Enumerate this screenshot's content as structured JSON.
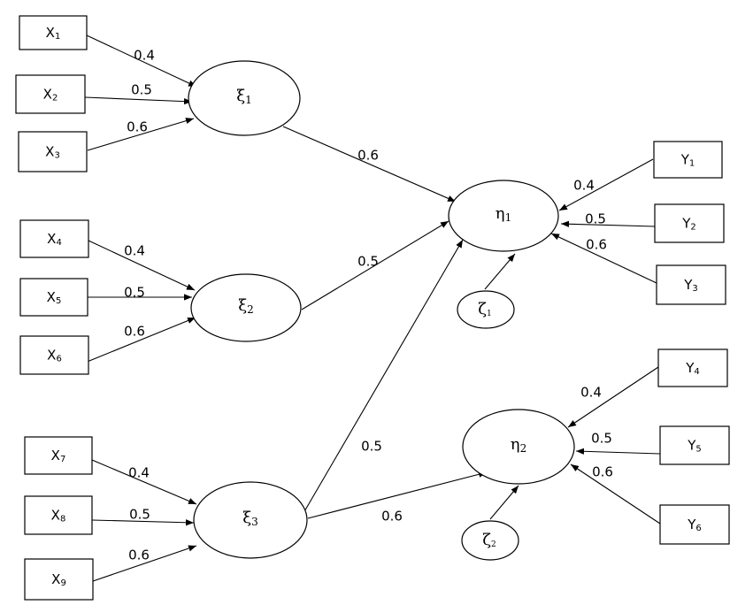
{
  "indicators": [
    {
      "id": "x1",
      "name": "X",
      "sub": "1"
    },
    {
      "id": "x2",
      "name": "X",
      "sub": "2"
    },
    {
      "id": "x3",
      "name": "X",
      "sub": "3"
    },
    {
      "id": "x4",
      "name": "X",
      "sub": "4"
    },
    {
      "id": "x5",
      "name": "X",
      "sub": "5"
    },
    {
      "id": "x6",
      "name": "X",
      "sub": "6"
    },
    {
      "id": "x7",
      "name": "X",
      "sub": "7"
    },
    {
      "id": "x8",
      "name": "X",
      "sub": "8"
    },
    {
      "id": "x9",
      "name": "X",
      "sub": "9"
    },
    {
      "id": "y1",
      "name": "Y",
      "sub": "1"
    },
    {
      "id": "y2",
      "name": "Y",
      "sub": "2"
    },
    {
      "id": "y3",
      "name": "Y",
      "sub": "3"
    },
    {
      "id": "y4",
      "name": "Y",
      "sub": "4"
    },
    {
      "id": "y5",
      "name": "Y",
      "sub": "5"
    },
    {
      "id": "y6",
      "name": "Y",
      "sub": "6"
    }
  ],
  "latents": [
    {
      "id": "xi1",
      "name": "ξ",
      "sub": "1"
    },
    {
      "id": "xi2",
      "name": "ξ",
      "sub": "2"
    },
    {
      "id": "xi3",
      "name": "ξ",
      "sub": "3"
    },
    {
      "id": "eta1",
      "name": "η",
      "sub": "1"
    },
    {
      "id": "eta2",
      "name": "η",
      "sub": "2"
    }
  ],
  "errors": [
    {
      "id": "zeta1",
      "name": "ζ",
      "sub": "1"
    },
    {
      "id": "zeta2",
      "name": "ζ",
      "sub": "2"
    }
  ],
  "paths": [
    {
      "from": "x1",
      "to": "xi1",
      "weight": "0.4"
    },
    {
      "from": "x2",
      "to": "xi1",
      "weight": "0.5"
    },
    {
      "from": "x3",
      "to": "xi1",
      "weight": "0.6"
    },
    {
      "from": "x4",
      "to": "xi2",
      "weight": "0.4"
    },
    {
      "from": "x5",
      "to": "xi2",
      "weight": "0.5"
    },
    {
      "from": "x6",
      "to": "xi2",
      "weight": "0.6"
    },
    {
      "from": "x7",
      "to": "xi3",
      "weight": "0.4"
    },
    {
      "from": "x8",
      "to": "xi3",
      "weight": "0.5"
    },
    {
      "from": "x9",
      "to": "xi3",
      "weight": "0.6"
    },
    {
      "from": "xi1",
      "to": "eta1",
      "weight": "0.6"
    },
    {
      "from": "xi2",
      "to": "eta1",
      "weight": "0.5"
    },
    {
      "from": "xi3",
      "to": "eta1",
      "weight": "0.5"
    },
    {
      "from": "xi3",
      "to": "eta2",
      "weight": "0.6"
    },
    {
      "from": "y1",
      "to": "eta1",
      "weight": "0.4"
    },
    {
      "from": "y2",
      "to": "eta1",
      "weight": "0.5"
    },
    {
      "from": "y3",
      "to": "eta1",
      "weight": "0.6"
    },
    {
      "from": "y4",
      "to": "eta2",
      "weight": "0.4"
    },
    {
      "from": "y5",
      "to": "eta2",
      "weight": "0.5"
    },
    {
      "from": "y6",
      "to": "eta2",
      "weight": "0.6"
    },
    {
      "from": "zeta1",
      "to": "eta1",
      "weight": ""
    },
    {
      "from": "zeta2",
      "to": "eta2",
      "weight": ""
    }
  ]
}
